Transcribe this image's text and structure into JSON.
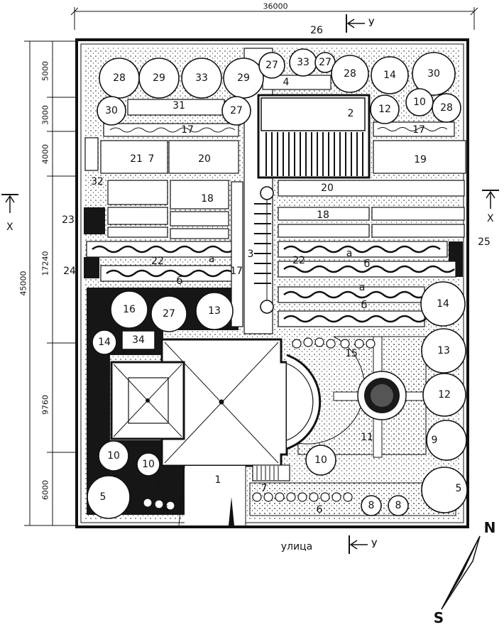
{
  "dimensions": {
    "width": "36000",
    "height": "45000",
    "segments": [
      "5000",
      "3000",
      "4000",
      "17240",
      "9760",
      "6000"
    ]
  },
  "section_labels": {
    "x": "X",
    "y": "У"
  },
  "street_label": "улица",
  "north": "N",
  "south": "S",
  "feature_labels": {
    "n1": "1",
    "n2": "2",
    "n3": "3",
    "n4": "4",
    "n5": "5",
    "n6": "6",
    "n7": "7",
    "n8": "8",
    "n9": "9",
    "n10": "10",
    "n11": "11",
    "n12": "12",
    "n13": "13",
    "n14": "14",
    "n15": "15",
    "n16": "16",
    "n17": "17",
    "n18": "18",
    "n19": "19",
    "n20": "20",
    "n21": "21",
    "n22": "22",
    "n23": "23",
    "n24": "24",
    "n25": "25",
    "n26": "26",
    "n27": "27",
    "n28": "28",
    "n29": "29",
    "n30": "30",
    "n31": "31",
    "n32": "32",
    "n33": "33",
    "n34": "34",
    "a": "а",
    "b": "б"
  },
  "colors": {
    "ink": "#111111",
    "fill": "#161616",
    "paper": "#ffffff"
  }
}
